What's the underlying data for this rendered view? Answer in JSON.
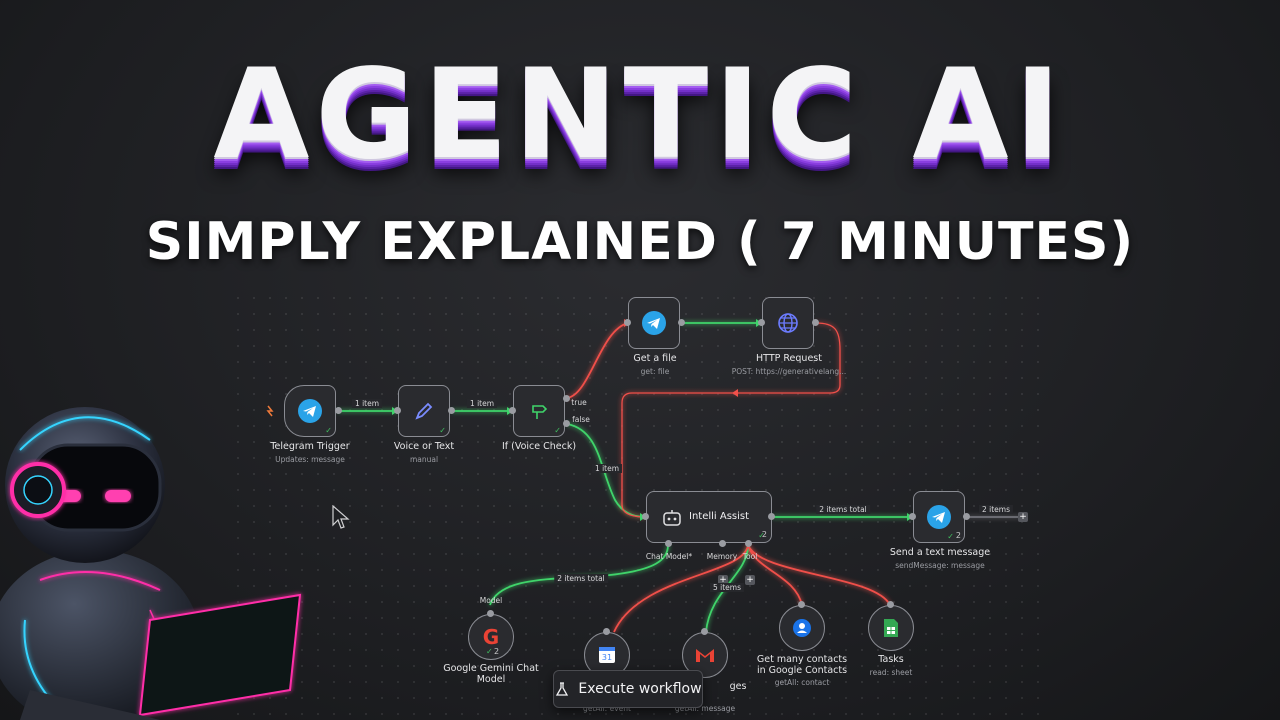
{
  "header": {
    "title": "AGENTIC AI",
    "subtitle": "SIMPLY EXPLAINED ( 7 MINUTES)"
  },
  "workflow": {
    "nodes": {
      "telegram_trigger": {
        "label": "Telegram Trigger",
        "sub": "Updates: message"
      },
      "voice_or_text": {
        "label": "Voice or Text",
        "sub": "manual"
      },
      "if_voice": {
        "label": "If (Voice Check)",
        "true_label": "true",
        "false_label": "false"
      },
      "get_file": {
        "label": "Get a file",
        "sub": "get: file"
      },
      "http_request": {
        "label": "HTTP Request",
        "sub": "POST: https://generativelang..."
      },
      "intelli_assist": {
        "label": "Intelli Assist",
        "count": "2",
        "port_chat": "Chat Model*",
        "port_memory": "Memory",
        "port_tool": "Tool"
      },
      "send_text": {
        "label": "Send a text message",
        "sub": "sendMessage: message",
        "count": "2"
      },
      "gemini": {
        "label_line1": "Google Gemini Chat",
        "label_line2": "Model",
        "count": "2",
        "model_label": "Model"
      },
      "calendar": {
        "sub": "getAll: event"
      },
      "gmail": {
        "label_tail": "ges",
        "sub": "getAll: message"
      },
      "contacts": {
        "label_line1": "Get many contacts",
        "label_line2": "in Google Contacts",
        "sub": "getAll: contact"
      },
      "tasks": {
        "label": "Tasks",
        "sub": "read: sheet"
      }
    },
    "edges": {
      "trigger_to_voice": "1 item",
      "voice_to_if": "1 item",
      "if_false": "1 item",
      "agent_to_send": "2 items total",
      "send_out": "2 items",
      "gemini_to_agent": "2 items total",
      "tools_count": "5 items"
    },
    "execute_button": "Execute workflow"
  },
  "colors": {
    "accent_green": "#3fd46a",
    "accent_red": "#f0504a",
    "telegram_blue": "#2aa3e8"
  }
}
